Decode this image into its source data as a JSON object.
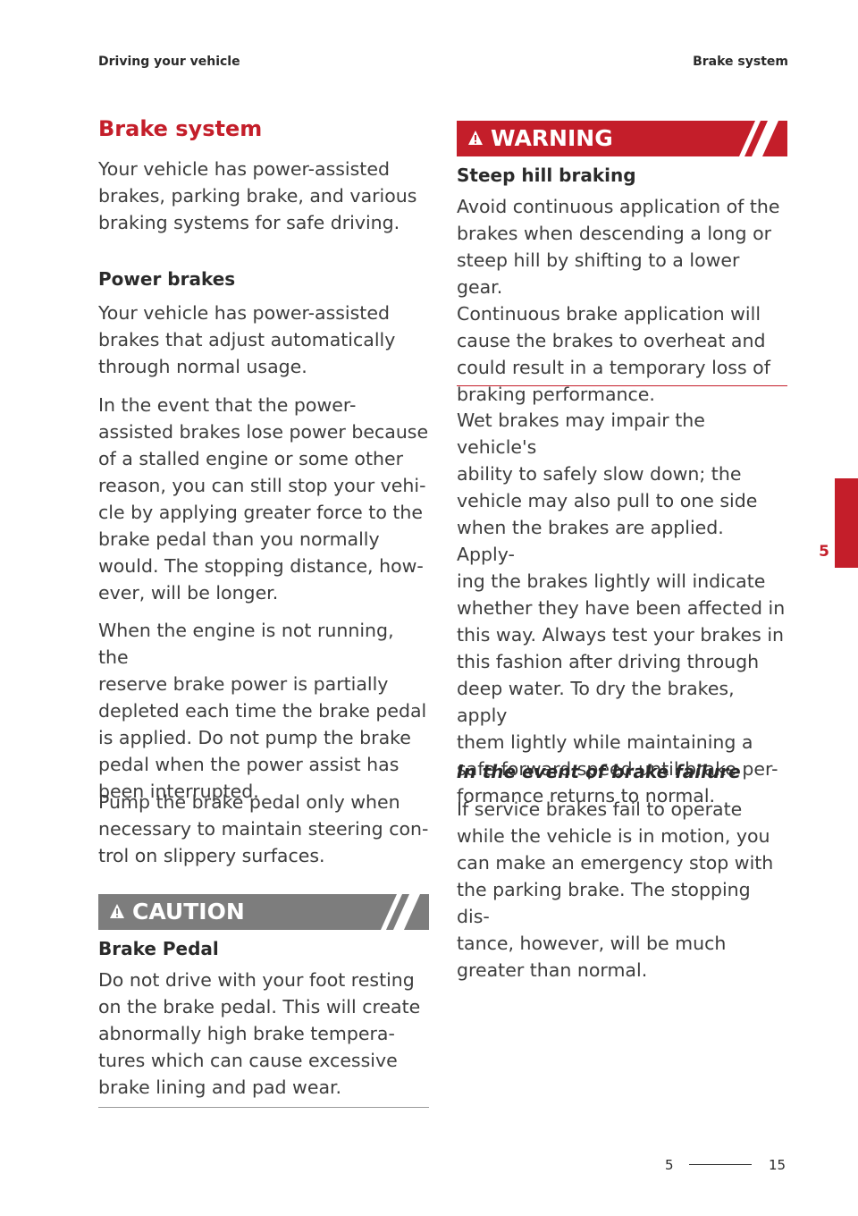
{
  "header": {
    "left": "Driving your vehicle",
    "right": "Brake system"
  },
  "left_column": {
    "title": "Brake system",
    "intro": [
      "Your vehicle has power-assisted",
      "brakes, parking brake, and various",
      "braking systems for safe driving."
    ],
    "power_brakes_heading": "Power brakes",
    "power_brakes_p1": [
      "Your vehicle has power-assisted",
      "brakes that adjust automatically",
      "through normal usage."
    ],
    "power_brakes_p2": [
      "In the event that the power-",
      "assisted brakes lose power because",
      "of a stalled engine or some other",
      "reason, you can still stop your vehi-",
      "cle by applying greater force to the",
      "brake pedal than you normally",
      "would. The stopping distance, how-",
      "ever, will be longer."
    ],
    "power_brakes_p3": [
      "When the engine is not running, the",
      "reserve brake power is partially",
      "depleted each time the brake pedal",
      "is applied. Do not pump the brake",
      "pedal when the power assist has",
      "been interrupted."
    ],
    "power_brakes_p4": [
      "Pump the brake pedal only when",
      "necessary to maintain steering con-",
      "trol on slippery surfaces."
    ],
    "caution": {
      "label": "CAUTION",
      "heading": "Brake Pedal",
      "body": [
        "Do not drive with your foot resting",
        "on the brake pedal. This will create",
        "abnormally high brake tempera-",
        "tures which can cause excessive",
        "brake lining and pad wear."
      ]
    }
  },
  "right_column": {
    "warning": {
      "label": "WARNING",
      "heading": "Steep hill braking",
      "body": [
        "Avoid continuous application of the",
        "brakes when descending a long or",
        "steep hill by shifting to a lower gear.",
        "Continuous brake application will",
        "cause the brakes to overheat and",
        "could result in a temporary loss of",
        "braking performance."
      ]
    },
    "wet_brakes": [
      "Wet brakes may impair the vehicle's",
      "ability to safely slow down; the",
      "vehicle may also pull to one side",
      "when the brakes are applied. Apply-",
      "ing the brakes lightly will indicate",
      "whether they have been affected in",
      "this way. Always test your brakes in",
      "this fashion after driving through",
      "deep water. To dry the brakes, apply",
      "them lightly while maintaining a",
      "safe forward speed until brake per-",
      "formance returns to normal."
    ],
    "failure_heading": "In the event of brake failure",
    "failure_body": [
      "If service brakes fail to operate",
      "while the vehicle is in motion, you",
      "can make an emergency stop with",
      "the parking brake. The stopping dis-",
      "tance, however, will be much",
      "greater than normal."
    ]
  },
  "side_tab": "5",
  "footer": {
    "chapter": "5",
    "page": "15"
  },
  "colors": {
    "accent_red": "#c41e2a",
    "caution_grey": "#7d7d7d"
  },
  "icons": [
    "warning-triangle-icon",
    "hazard-stripes-icon"
  ]
}
